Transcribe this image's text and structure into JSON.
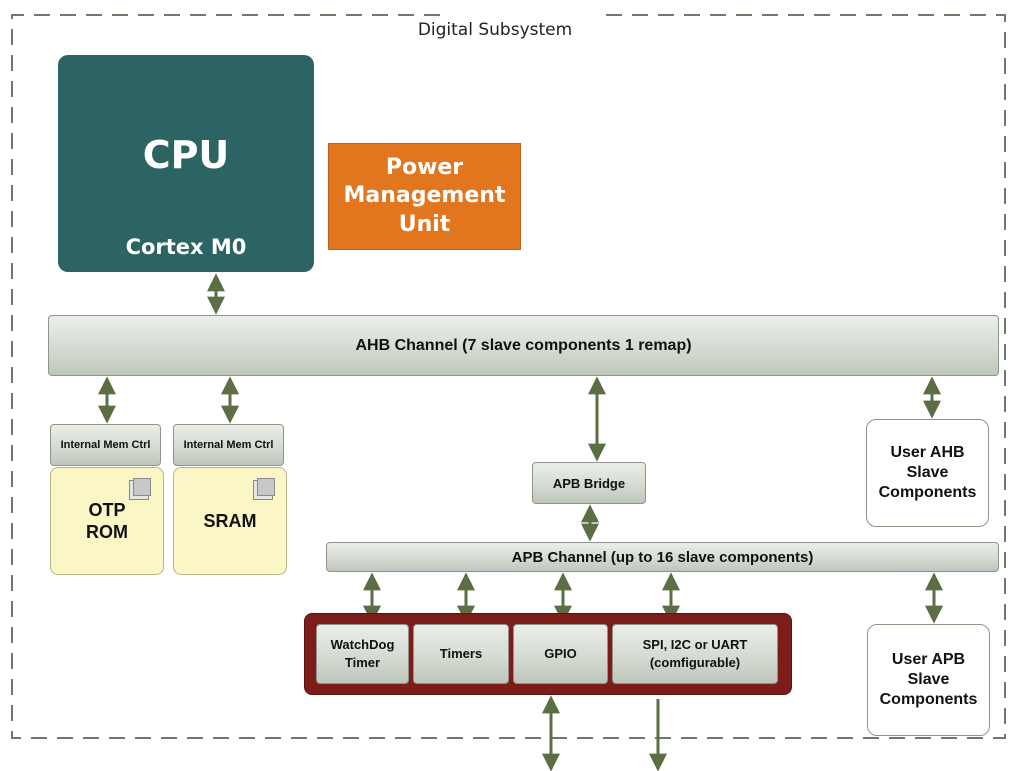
{
  "title": "Digital Subsystem",
  "cpu": {
    "title": "CPU",
    "subtitle": "Cortex M0"
  },
  "pmu": {
    "label": "Power Management Unit"
  },
  "ahb": {
    "label": "AHB Channel (7 slave components 1 remap)"
  },
  "apb": {
    "label": "APB Channel (up to 16 slave components)"
  },
  "apb_bridge": {
    "label": "APB Bridge"
  },
  "memory": [
    {
      "ctrl_label": "Internal Mem Ctrl",
      "label": "OTP ROM"
    },
    {
      "ctrl_label": "Internal Mem Ctrl",
      "label": "SRAM"
    }
  ],
  "user_ahb": {
    "label": "User AHB Slave Components"
  },
  "user_apb": {
    "label": "User APB Slave Components"
  },
  "peripherals": [
    {
      "label": "WatchDog Timer"
    },
    {
      "label": "Timers"
    },
    {
      "label": "GPIO"
    },
    {
      "label": "SPI, I2C or UART (comfigurable)"
    }
  ],
  "colors": {
    "cpu": "#2c6463",
    "pmu": "#e2761f",
    "memory": "#fbf6c6",
    "peripheral_group": "#7d1d19",
    "arrow": "#5c6e44",
    "border_dash": "#6d7a68"
  }
}
